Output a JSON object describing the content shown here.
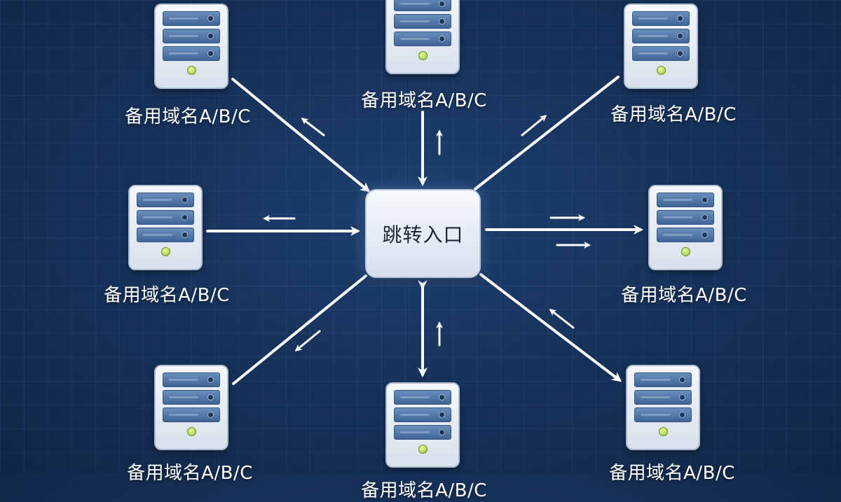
{
  "hub": {
    "label": "跳转入口"
  },
  "nodes": [
    {
      "id": "top-left",
      "label": "备用域名A/B/C"
    },
    {
      "id": "top-center",
      "label": "备用域名A/B/C"
    },
    {
      "id": "top-right",
      "label": "备用域名A/B/C"
    },
    {
      "id": "middle-left",
      "label": "备用域名A/B/C"
    },
    {
      "id": "middle-right",
      "label": "备用域名A/B/C"
    },
    {
      "id": "bottom-left",
      "label": "备用域名A/B/C"
    },
    {
      "id": "bottom-center",
      "label": "备用域名A/B/C"
    },
    {
      "id": "bottom-right",
      "label": "备用域名A/B/C"
    }
  ],
  "colors": {
    "background": "#17335c",
    "arrow": "#ffffff",
    "server_bay": "#4f76a8",
    "led": "#a8d84a"
  }
}
